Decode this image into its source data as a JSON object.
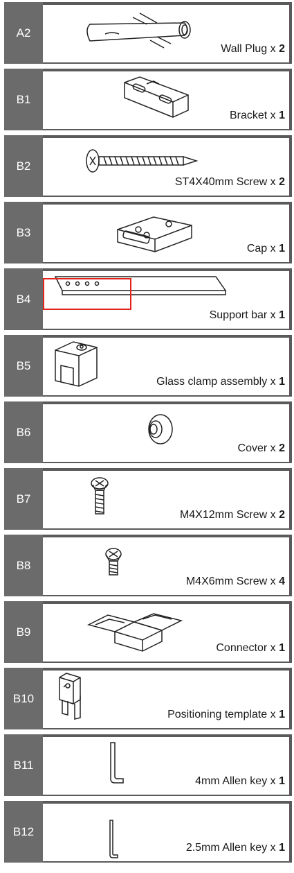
{
  "parts": [
    {
      "code": "A2",
      "name": "Wall Plug x ",
      "qty": "2"
    },
    {
      "code": "B1",
      "name": "Bracket x ",
      "qty": "1"
    },
    {
      "code": "B2",
      "name": "ST4X40mm Screw x ",
      "qty": "2"
    },
    {
      "code": "B3",
      "name": "Cap x  ",
      "qty": "1"
    },
    {
      "code": "B4",
      "name": "Support bar x ",
      "qty": "1"
    },
    {
      "code": "B5",
      "name": "Glass clamp assembly x ",
      "qty": "1"
    },
    {
      "code": "B6",
      "name": "Cover x  ",
      "qty": "2"
    },
    {
      "code": "B7",
      "name": "M4X12mm Screw x ",
      "qty": "2"
    },
    {
      "code": "B8",
      "name": "M4X6mm Screw x ",
      "qty": "4"
    },
    {
      "code": "B9",
      "name": "Connector x ",
      "qty": "1"
    },
    {
      "code": "B10",
      "name": "Positioning template x ",
      "qty": "1"
    },
    {
      "code": "B11",
      "name": "4mm Allen key x ",
      "qty": "1"
    },
    {
      "code": "B12",
      "name": "2.5mm Allen key x ",
      "qty": "1"
    }
  ],
  "colors": {
    "code_bg": "#6b6b6b",
    "frame": "#5a5a5a",
    "highlight": "#e2231a"
  },
  "icons": [
    "wall-plug-icon",
    "bracket-icon",
    "screw-icon",
    "cap-icon",
    "support-bar-icon",
    "glass-clamp-icon",
    "cover-icon",
    "m4x12-screw-icon",
    "m4x6-screw-icon",
    "connector-icon",
    "positioning-template-icon",
    "allen-key-4mm-icon",
    "allen-key-2-5mm-icon"
  ]
}
